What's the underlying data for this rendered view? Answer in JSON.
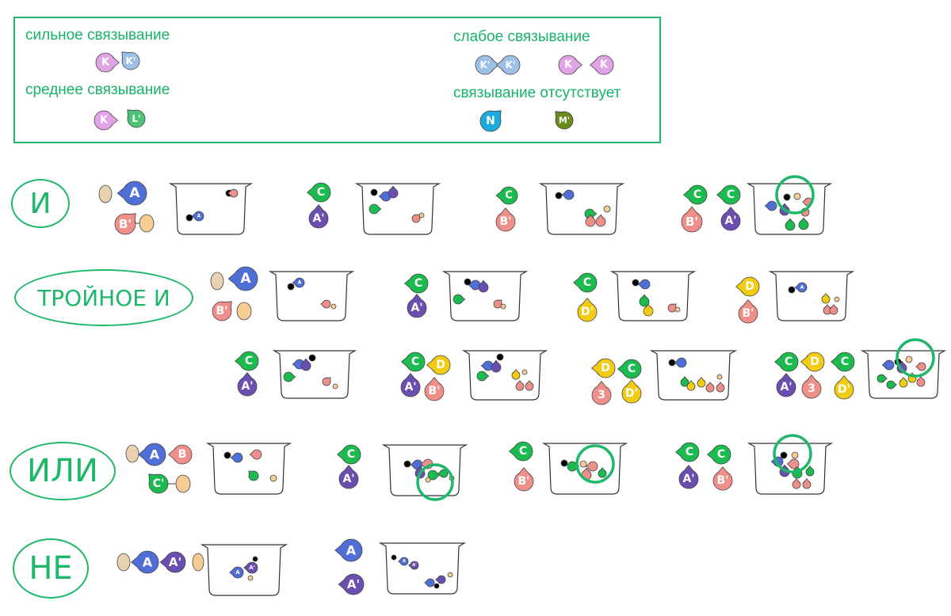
{
  "legend": {
    "strong": {
      "label": "сильное связывание",
      "a": "K",
      "b": "K'"
    },
    "medium": {
      "label": "среднее связывание",
      "a": "K",
      "b": "L'"
    },
    "weak": {
      "label": "слабое связывание",
      "pair1": [
        "K'",
        "K'"
      ],
      "pair2": [
        "K",
        "K"
      ]
    },
    "none": {
      "label": "связывание отсутствует",
      "a": "N",
      "b": "M'"
    }
  },
  "gates": {
    "and": "И",
    "triple_and": "ТРОЙНОЕ И",
    "or": "ИЛИ",
    "not": "НЕ"
  },
  "letters": {
    "A": "A",
    "A_prime": "A'",
    "B": "B",
    "B_prime": "B'",
    "C": "C",
    "C_prime": "C'",
    "D": "D",
    "D_prime": "D'",
    "Z": "3"
  },
  "colors": {
    "green_frame": "#1fb86a",
    "K_pink": "#e0a3e6",
    "K_prime_blue": "#9cc0e6",
    "L_green": "#4cc476",
    "N_cyan": "#1ba9de",
    "M_olive": "#6b8a1c",
    "A_blue": "#4f6ed6",
    "A_prime_purple": "#6b4fb0",
    "B_salmon": "#ef8f8a",
    "C_green": "#1cbb4f",
    "D_yellow": "#f1cc12",
    "tan": "#f5cc93",
    "beige": "#e9d2b0"
  }
}
